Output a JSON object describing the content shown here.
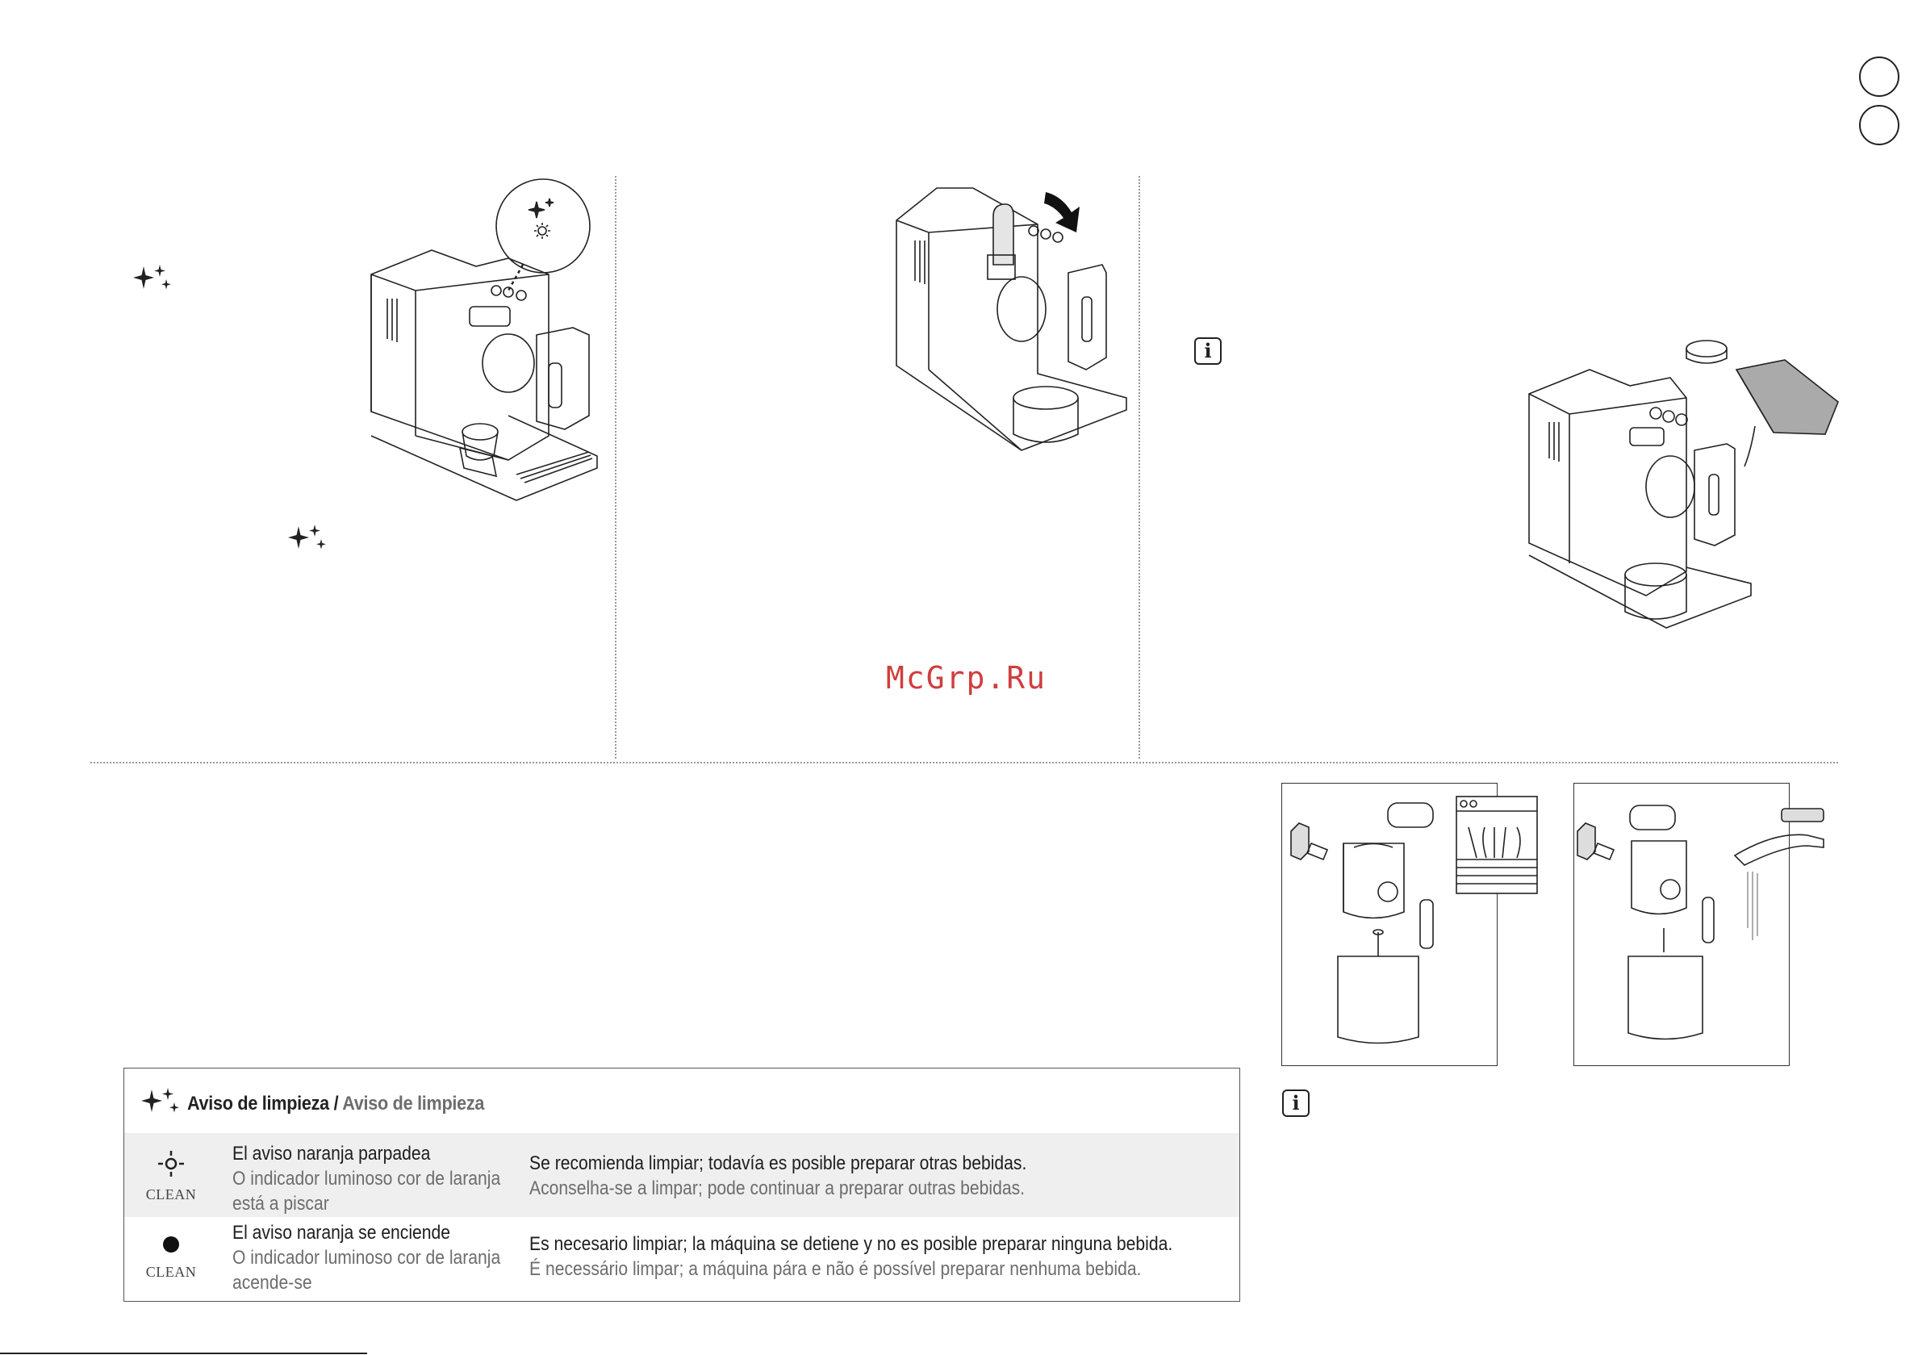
{
  "watermark": "McGrp.Ru",
  "info_icon_glyph": "i",
  "cleaning_table": {
    "title_es": "Aviso de limpieza",
    "separator": " / ",
    "title_pt": "Aviso de limpieza",
    "rows": [
      {
        "indicator_icon": "blinking-light-icon",
        "indicator_label": "CLEAN",
        "status_es": "El aviso naranja parpadea",
        "status_pt_line1": "O indicador luminoso cor de laranja",
        "status_pt_line2": "está a piscar",
        "desc_es": "Se recomienda limpiar; todavía es posible preparar otras bebidas.",
        "desc_pt": "Aconselha-se a limpar; pode continuar a preparar outras bebidas."
      },
      {
        "indicator_icon": "solid-light-icon",
        "indicator_label": "CLEAN",
        "status_es": "El aviso naranja se enciende",
        "status_pt_line1": "O indicador luminoso cor de laranja",
        "status_pt_line2": "acende-se",
        "desc_es": "Es necesario limpiar; la máquina se detiene y no es posible preparar ninguna bebida.",
        "desc_pt": "É necessário limpar; a máquina pára e não é possível preparar nenhuma bebida."
      }
    ]
  },
  "colors": {
    "watermark": "#d13d3d",
    "secondary_text": "#6d6d6d",
    "row_highlight": "#efefef"
  }
}
